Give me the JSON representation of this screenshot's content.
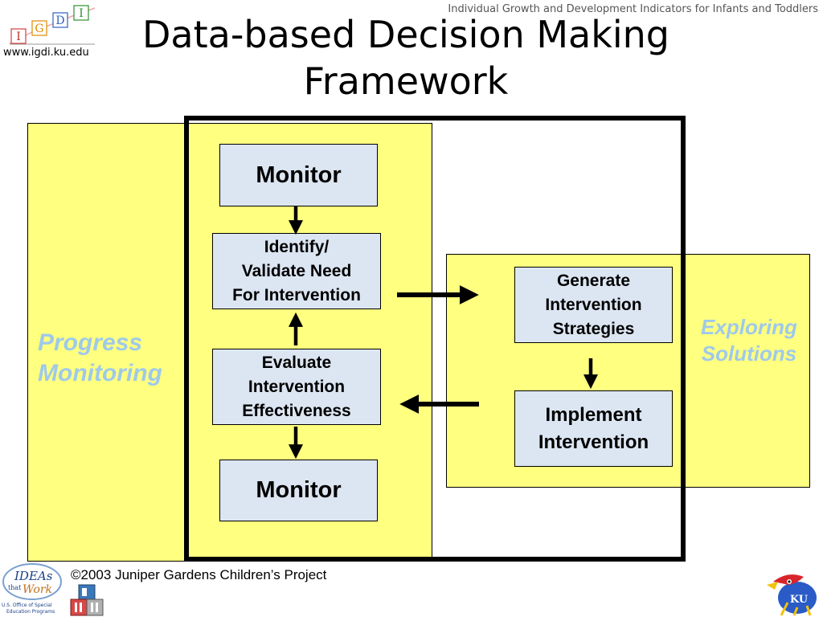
{
  "header": {
    "running_title": "Individual Growth and Development Indicators for Infants and Toddlers",
    "title_line1": "Data-based Decision Making",
    "title_line2": "Framework",
    "site_url": "www.igdi.ku.edu"
  },
  "logos": {
    "igdi_letters": [
      "I",
      "G",
      "D",
      "I"
    ],
    "ideas_line1": "IDEAs",
    "ideas_line2": "that",
    "ideas_line3": "Work",
    "ideas_caption1": "U.S. Office of Special",
    "ideas_caption2": "Education Programs",
    "ku_letters": "KU"
  },
  "regions": {
    "progress_line1": "Progress",
    "progress_line2": "Monitoring",
    "explore_line1": "Exploring",
    "explore_line2": "Solutions"
  },
  "boxes": {
    "monitor_top": "Monitor",
    "identify_line1": "Identify/",
    "identify_line2": "Validate Need",
    "identify_line3": "For Intervention",
    "evaluate_line1": "Evaluate",
    "evaluate_line2": "Intervention",
    "evaluate_line3": "Effectiveness",
    "monitor_bottom": "Monitor",
    "generate_line1": "Generate",
    "generate_line2": "Intervention",
    "generate_line3": "Strategies",
    "implement_line1": "Implement",
    "implement_line2": "Intervention"
  },
  "footer": {
    "copyright": "©2003 Juniper Gardens Children’s Project"
  },
  "colors": {
    "region_fill": "#ffff80",
    "box_fill": "#dce6f2",
    "label_color": "#9fc9ea"
  }
}
